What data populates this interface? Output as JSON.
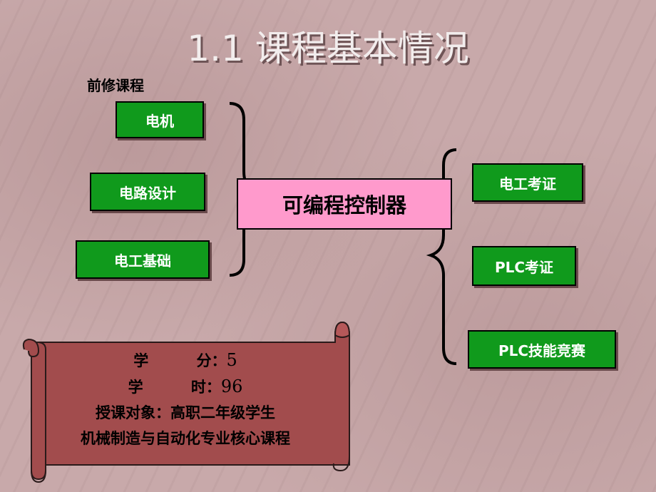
{
  "title": "1.1 课程基本情况",
  "prereq_label": "前修课程",
  "prereq_courses": [
    "电机",
    "电路设计",
    "电工基础"
  ],
  "center_course": "可编程控制器",
  "outcomes": [
    "电工考证",
    "PLC考证",
    "PLC技能竞赛"
  ],
  "scroll": {
    "credits_label": "学 分：",
    "credits_value": "5",
    "hours_label": "学 时：",
    "hours_value": "96",
    "audience": "授课对象：高职二年级学生",
    "course_type": "机械制造与自动化专业核心课程"
  },
  "colors": {
    "background": "#c8a9aa",
    "green_box": "#109a1c",
    "pink_box": "#ff9acc",
    "scroll": "#a24c4d"
  }
}
